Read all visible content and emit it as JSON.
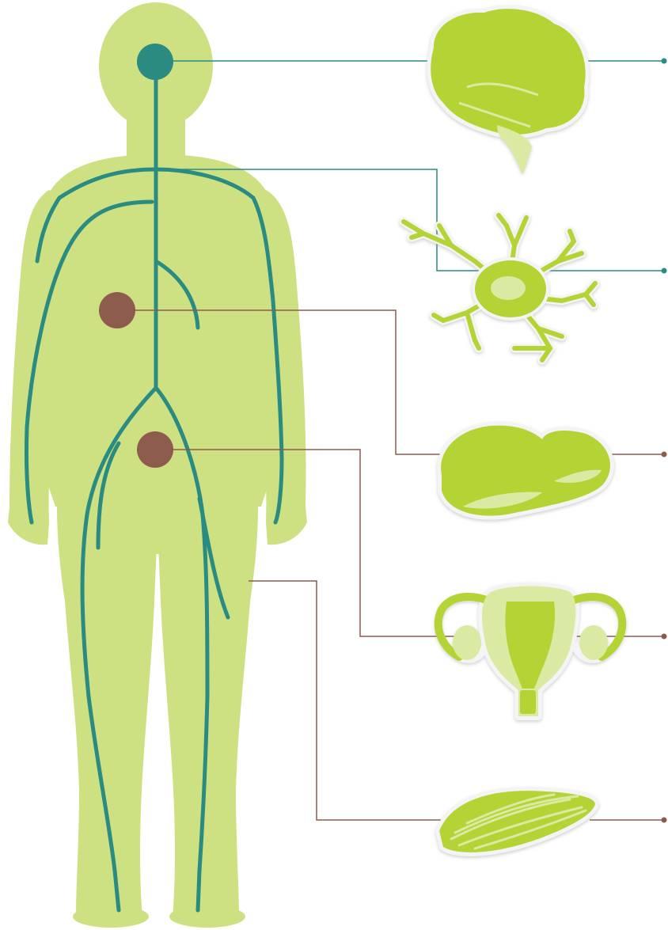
{
  "colors": {
    "body": "#cde182",
    "organ": "#b4d334",
    "organ_light": "#dbeaa2",
    "organ_outline": "#f4f4f4",
    "nerve": "#2a8c80",
    "nerve_node": "#2a8c80",
    "endocrine_node": "#8e5b4f",
    "endocrine_line": "#8e5b4f"
  },
  "icons": {
    "brain": "brain-icon",
    "neuron": "neuron-icon",
    "liver": "liver-icon",
    "uterus": "uterus-icon",
    "muscle": "muscle-icon"
  },
  "nodes": [
    {
      "name": "brain-node",
      "kind": "nervous"
    },
    {
      "name": "liver-node",
      "kind": "endocrine"
    },
    {
      "name": "pelvic-node",
      "kind": "endocrine"
    }
  ],
  "connectors": [
    {
      "from": "brain-node",
      "to": "brain",
      "kind": "nervous"
    },
    {
      "from": "spinal-branch",
      "to": "neuron",
      "kind": "nervous"
    },
    {
      "from": "liver-node",
      "to": "liver",
      "kind": "endocrine"
    },
    {
      "from": "pelvic-node",
      "to": "uterus",
      "kind": "endocrine"
    },
    {
      "from": "thigh",
      "to": "muscle",
      "kind": "endocrine"
    }
  ]
}
